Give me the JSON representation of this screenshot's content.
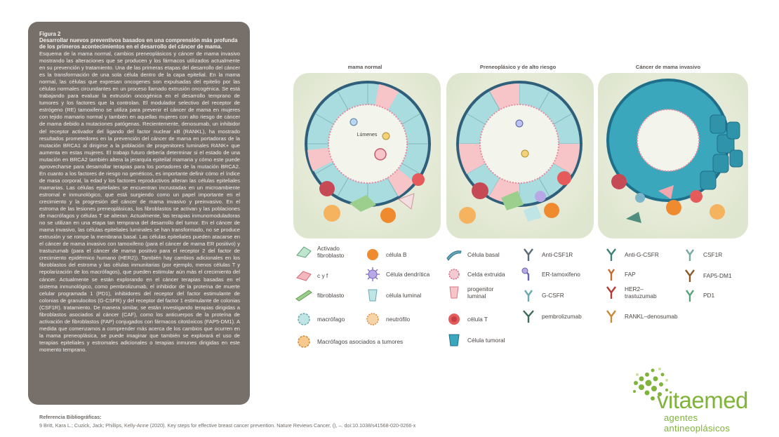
{
  "caption": {
    "label": "Figura 2",
    "title": "Desarrollar nuevos preventivos basados en una comprensión más profunda de los primeros acontecimientos en el desarrollo del cáncer de mama.",
    "body": "Esquema de la mama normal, cambios preneoplásicos y cáncer de mama invasivo mostrando las alteraciones que se producen y los fármacos utilizados actualmente en su prevención y tratamiento. Una de las primeras etapas del desarrollo del cáncer es la transformación de una sola célula dentro de la capa epitelial. En la mama normal, las células que expresan oncogenes son expulsadas del epitelio por las células normales circundantes en un proceso llamado extrusión oncogénica. Se está trabajando para evaluar la extrusión oncogénica en el desarrollo temprano de tumores y los factores que la controlan. El modulador selectivo del receptor de estrógeno (RE) tamoxifeno se utiliza para prevenir el cáncer de mama en mujeres con tejido mamario normal y también en aquellas mujeres con alto riesgo de cáncer de mama debido a mutaciones patógenas. Recientemente, denosumab, un inhibidor del receptor activador del ligando del factor nuclear κB (RANKL), ha mostrado resultados prometedores en la prevención del cáncer de mama en portadoras de la mutación BRCA1 al dirigirse a la población de progenitores luminales RANK+ que aumenta en estas mujeres. El trabajo futuro debería determinar si el estado de una mutación en BRCA2 también altera la jerarquía epitelial mamaria y cómo este puede aprovecharse para desarrollar terapias para los portadores de la mutación BRCA2. En cuanto a los factores de riesgo no genéticos, es importante definir cómo el índice de masa corporal, la edad y los factores reproductivos alteran las células epiteliales mamarias. Las células epiteliales se encuentran incrustadas en un microambiente estromal e inmunológico, que está surgiendo como un papel importante en el crecimiento y la progresión del cáncer de mama invasivo y preinvasivo. En el estroma de las lesiones preneoplásicas, los fibroblastos se activan y las poblaciones de macrófagos y células T se alteran. Actualmente, las terapias inmunomoduladoras no se utilizan en una etapa tan temprana del desarrollo del tumor. En el cáncer de mama invasivo, las células epiteliales luminales se han transformado, no se produce extrusión y se rompe la membrana basal. Las células epiteliales pueden atacarse en el cáncer de mama invasivo con tamoxifeno (para el cáncer de mama ER positivo) y trastuzumab (para el cáncer de mama positivo para el receptor 2 del factor de crecimiento epidérmico humano (HER2)). También hay cambios adicionales en los fibroblastos del estroma y las células inmunitarias (por ejemplo, menos células T y repolarización de los macrófagos), que pueden estimular aún más el crecimiento del cáncer. Actualmente se están explorando en el cáncer terapias basadas en el sistema inmunológico, como pembrolizumab, el inhibidor de la proteína de muerte celular programada 1 (PD1), inhibidores del receptor del factor estimulante de colonias de granulocitos (G-CSFR) y del receptor del factor 1 estimulante de colonias (CSF1R). tratamiento. De manera similar, se están investigando terapias dirigidas a fibroblastos asociados al cáncer (CAF), como los anticuerpos de la proteína de activación de fibroblastos (FAP) conjugados con fármacos citotóxicos (FAP5-DM1). A medida que comenzamos a comprender más acerca de los cambios que ocurren en la mama preneoplásica, se puede imaginar que también se explorará el uso de terapias epiteliales y estromales adicionales o terapias inmunes dirigidas en este momento temprano."
  },
  "panels": {
    "normal_title": "mama normal",
    "preneoplastic_title": "Preneoplásico y de alto riesgo",
    "invasive_title": "Cáncer de mama invasivo",
    "lumen_label": "Lúmenes"
  },
  "legend": {
    "activated_fibroblast": "Activado fibroblasto",
    "cyf": "c y f",
    "fibroblast": "fibroblasto",
    "macrophage": "macrófago",
    "tam": "Macrófagos asociados a tumores",
    "b_cell": "célula B",
    "dendritic_cell": "Célula dendrítica",
    "luminal_cell": "célula luminal",
    "neutrophil": "neutrófilo",
    "basal_cell": "Célula basal",
    "extruded_cell": "Celda extruida",
    "luminal_progenitor": "progenitor luminal",
    "t_cell": "célula T",
    "tumour_cell": "Célula tumoral",
    "anti_csf1r": "Anti-CSF1R",
    "er_tamoxifen": "ER-tamoxifeno",
    "gcsfr": "G-CSFR",
    "pembrolizumab": "pembrolizumab",
    "anti_gcsfr": "Anti-G-CSFR",
    "fap": "FAP",
    "her2_trastuzumab": "HER2–trastuzumab",
    "rankl_denosumab": "RANKL–denosumab",
    "csf1r": "CSF1R",
    "fap5_dm1": "FAP5-DM1",
    "pd1": "PD1"
  },
  "reference": {
    "title": "Referencia Bibliográficas:",
    "citation": "9 Britt, Kara L.; Cuzick, Jack; Phillips, Kelly-Anne (2020). Key steps for effective breast cancer prevention. Nature Reviews Cancer, (), –. doi:10.1038/s41568-020-0266-x"
  },
  "logo": {
    "brand": "vitaemed",
    "tagline": "agentes antineoplásicos"
  },
  "colors": {
    "caption_bg": "#776f6a",
    "brand_green": "#7fb33a",
    "panel_bg": "#e6ecd9",
    "luminal_teal": "#bfe5e6",
    "progenitor_pink": "#f7c5c8",
    "tumour_blue": "#3aa7bc"
  }
}
